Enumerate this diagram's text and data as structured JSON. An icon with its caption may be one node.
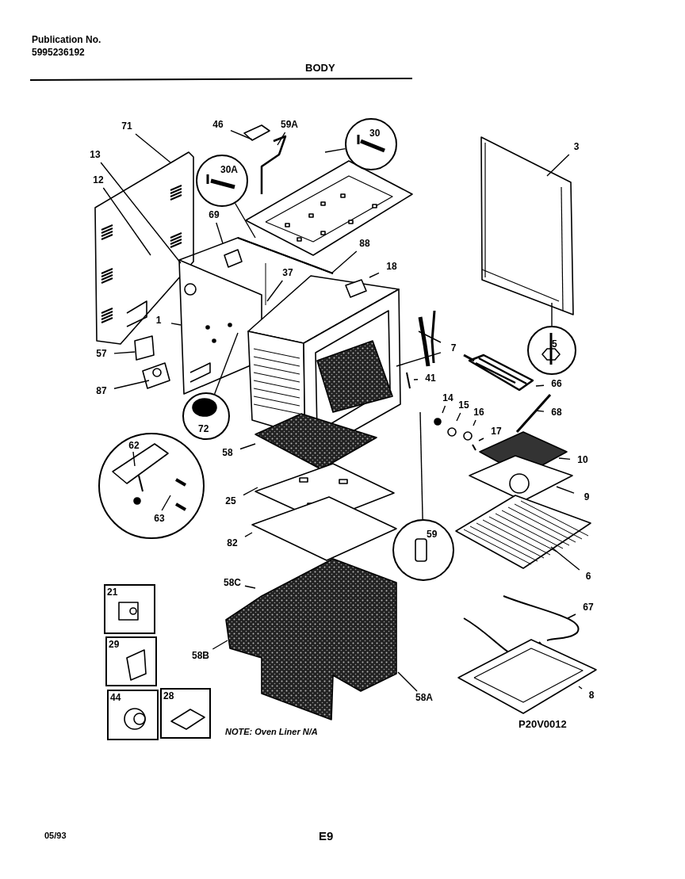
{
  "diagram": {
    "title": "BODY",
    "nodes": [
      {
        "text": [
          "71"
        ]
      },
      {
        "text": [
          "13"
        ]
      },
      {
        "text": [
          "12"
        ]
      },
      {
        "text": [
          "46"
        ]
      },
      {
        "text": [
          "59A"
        ]
      },
      {
        "text": [
          "30"
        ]
      },
      {
        "text": [
          "30A"
        ]
      },
      {
        "text": [
          "69"
        ]
      },
      {
        "text": [
          "3"
        ]
      },
      {
        "text": [
          "88"
        ]
      },
      {
        "text": [
          "18"
        ]
      },
      {
        "text": [
          "37"
        ]
      },
      {
        "text": [
          "1"
        ]
      },
      {
        "text": [
          "57"
        ]
      },
      {
        "text": [
          "87"
        ]
      },
      {
        "text": [
          "7"
        ]
      },
      {
        "text": [
          "5"
        ]
      },
      {
        "text": [
          "41"
        ]
      },
      {
        "text": [
          "66"
        ]
      },
      {
        "text": [
          "14"
        ]
      },
      {
        "text": [
          "15"
        ]
      },
      {
        "text": [
          "16"
        ]
      },
      {
        "text": [
          "17"
        ]
      },
      {
        "text": [
          "68"
        ]
      },
      {
        "text": [
          "72"
        ]
      },
      {
        "text": [],
        "shape": "circle"
      },
      {
        "text": [
          "62"
        ],
        "in": 25
      },
      {
        "text": [
          "63"
        ],
        "in": 25
      },
      {
        "text": [
          "58"
        ]
      },
      {
        "text": [
          "10"
        ]
      },
      {
        "text": [
          "25"
        ]
      },
      {
        "text": [
          "9"
        ]
      },
      {
        "text": [
          "82"
        ]
      },
      {
        "text": [
          "59"
        ]
      },
      {
        "text": [
          "6"
        ]
      },
      {
        "text": [
          "58C"
        ]
      },
      {
        "text": [
          "21"
        ]
      },
      {
        "text": [
          "29"
        ]
      },
      {
        "text": [
          "58B"
        ]
      },
      {
        "text": [
          "67"
        ]
      },
      {
        "text": [
          "44"
        ]
      },
      {
        "text": [
          "28"
        ]
      },
      {
        "text": [
          "58A"
        ]
      },
      {
        "text": [
          "8"
        ]
      }
    ],
    "edges": [
      {
        "from": 0,
        "to": null,
        "arrow": "none"
      },
      {
        "from": 1,
        "to": null,
        "arrow": "none"
      },
      {
        "from": 2,
        "to": null,
        "arrow": "none"
      },
      {
        "from": 3,
        "to": null,
        "arrow": "none"
      },
      {
        "from": 4,
        "to": null,
        "arrow": "none"
      },
      {
        "from": 5,
        "to": null,
        "arrow": "none"
      },
      {
        "from": 6,
        "to": null,
        "arrow": "none"
      },
      {
        "from": 7,
        "to": null,
        "arrow": "none"
      },
      {
        "from": 8,
        "to": null,
        "arrow": "none"
      },
      {
        "from": 9,
        "to": null,
        "arrow": "none"
      },
      {
        "from": 10,
        "to": null,
        "arrow": "none"
      },
      {
        "from": 11,
        "to": null,
        "arrow": "none"
      },
      {
        "from": 12,
        "to": null,
        "arrow": "none"
      },
      {
        "from": 13,
        "to": null,
        "arrow": "none"
      },
      {
        "from": 14,
        "to": null,
        "arrow": "none"
      },
      {
        "from": 15,
        "to": null,
        "arrow": "none"
      },
      {
        "from": 15,
        "to": null,
        "arrow": "none"
      },
      {
        "from": 16,
        "to": null,
        "arrow": "none"
      },
      {
        "from": 17,
        "to": null,
        "arrow": "none"
      },
      {
        "from": 18,
        "to": null,
        "arrow": "none"
      },
      {
        "from": 19,
        "to": null,
        "arrow": "none"
      },
      {
        "from": 20,
        "to": null,
        "arrow": "none"
      },
      {
        "from": 21,
        "to": null,
        "arrow": "none"
      },
      {
        "from": 22,
        "to": null,
        "arrow": "none"
      },
      {
        "from": 23,
        "to": null,
        "arrow": "none"
      },
      {
        "from": 24,
        "to": null,
        "arrow": "none"
      },
      {
        "from": 26,
        "to": null,
        "arrow": "none"
      },
      {
        "from": 27,
        "to": null,
        "arrow": "none"
      },
      {
        "from": 28,
        "to": null,
        "arrow": "none"
      },
      {
        "from": 29,
        "to": null,
        "arrow": "none"
      },
      {
        "from": 30,
        "to": null,
        "arrow": "none"
      },
      {
        "from": 31,
        "to": null,
        "arrow": "none"
      },
      {
        "from": 32,
        "to": null,
        "arrow": "none"
      },
      {
        "from": 33,
        "to": null,
        "arrow": "none"
      },
      {
        "from": 34,
        "to": null,
        "arrow": "none"
      },
      {
        "from": 35,
        "to": null,
        "arrow": "none"
      },
      {
        "from": 38,
        "to": null,
        "arrow": "none"
      },
      {
        "from": 39,
        "to": null,
        "arrow": "none"
      },
      {
        "from": 42,
        "to": null,
        "arrow": "none"
      },
      {
        "from": 43,
        "to": null,
        "arrow": "none"
      }
    ],
    "labels": [
      "Publication No.",
      "5995236192",
      "NOTE: Oven Liner N/A",
      "P20V0012",
      "05/93",
      "E9"
    ]
  }
}
